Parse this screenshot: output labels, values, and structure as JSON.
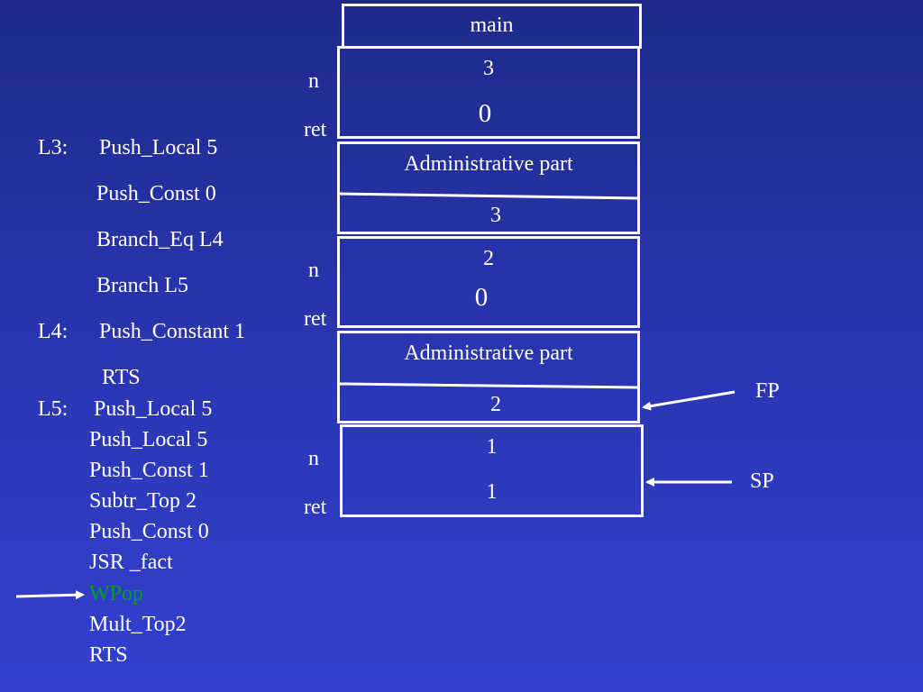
{
  "code": {
    "lines": [
      {
        "label": "L3:",
        "text": "Push_Local  5",
        "color": "#ffffff"
      },
      {
        "label": "",
        "text": "Push_Const  0",
        "color": "#ffffff"
      },
      {
        "label": "",
        "text": "Branch_Eq L4",
        "color": "#ffffff"
      },
      {
        "label": "",
        "text": "Branch L5",
        "color": "#ffffff"
      },
      {
        "label": "L4:",
        "text": "Push_Constant  1",
        "color": "#ffffff"
      },
      {
        "label": "",
        "text": "RTS",
        "color": "#ffffff"
      },
      {
        "label": "L5:",
        "text": "Push_Local 5",
        "color": "#ffffff"
      },
      {
        "label": "",
        "text": "Push_Local 5",
        "color": "#ffffff"
      },
      {
        "label": "",
        "text": "Push_Const 1",
        "color": "#ffffff"
      },
      {
        "label": "",
        "text": "Subtr_Top 2",
        "color": "#ffffff"
      },
      {
        "label": "",
        "text": "Push_Const 0",
        "color": "#ffffff"
      },
      {
        "label": "",
        "text": "JSR _fact",
        "color": "#ffffff"
      },
      {
        "label": "",
        "text": "WPop",
        "color": "#00a020"
      },
      {
        "label": "",
        "text": "Mult_Top2",
        "color": "#ffffff"
      },
      {
        "label": "",
        "text": "RTS",
        "color": "#ffffff"
      }
    ],
    "current_line_index": 12
  },
  "stack": {
    "main_label": "main",
    "frames": [
      {
        "n_label": "n",
        "ret_label": "ret",
        "n_value": "3",
        "ret_value": "0"
      },
      {
        "admin_label": "Administrative part",
        "admin_value": "3"
      },
      {
        "n_label": "n",
        "ret_label": "ret",
        "n_value": "2",
        "ret_value": "0"
      },
      {
        "admin_label": "Administrative part",
        "admin_value": "2"
      },
      {
        "n_label": "n",
        "ret_label": "ret",
        "n_value": "1",
        "ret_value": "1"
      }
    ]
  },
  "pointers": {
    "fp_label": "FP",
    "sp_label": "SP"
  },
  "colors": {
    "background_top": "#1f2a8c",
    "background_bottom": "#3340d0",
    "foreground": "#ffffff",
    "highlight": "#00a020"
  }
}
